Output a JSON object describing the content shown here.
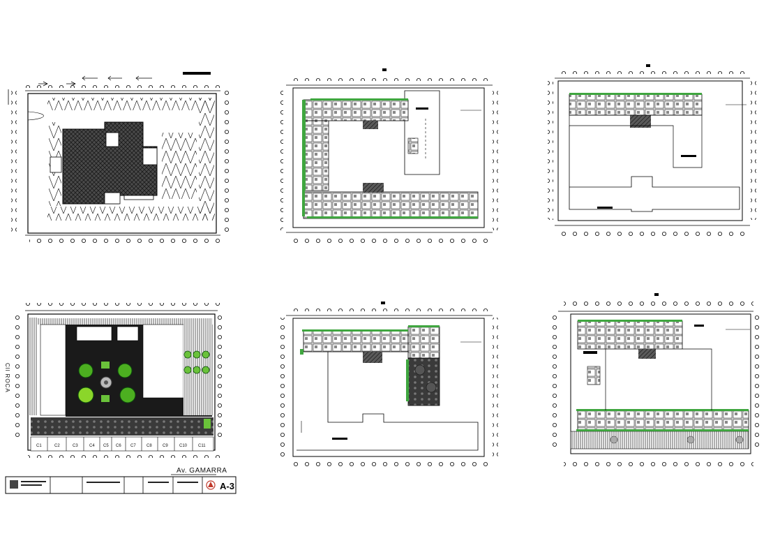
{
  "drawing": {
    "street_label": "Av. GAMARRA",
    "side_street_label": "Cll ROCA",
    "sheet_number": "A-3",
    "shop_labels": [
      "C1",
      "C2",
      "C3",
      "C4",
      "C5",
      "C6",
      "C7",
      "C8",
      "C9",
      "C10",
      "C11"
    ]
  },
  "plans": [
    {
      "id": "basement-parking"
    },
    {
      "id": "typical-floor-1"
    },
    {
      "id": "upper-floor-a"
    },
    {
      "id": "ground-floor"
    },
    {
      "id": "typical-floor-2"
    },
    {
      "id": "upper-floor-b"
    }
  ]
}
